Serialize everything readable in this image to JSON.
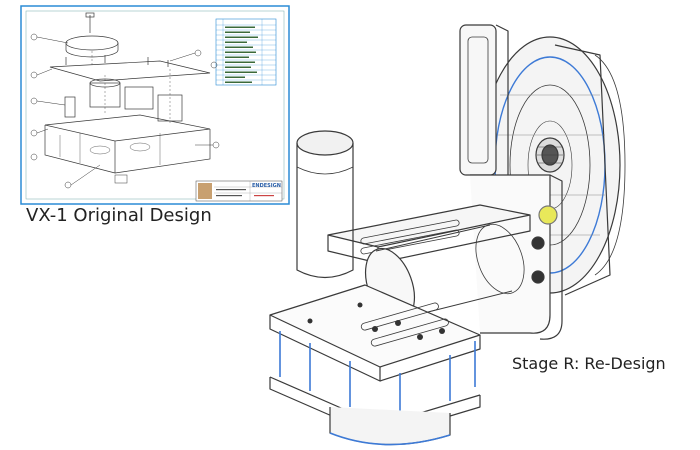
{
  "captions": {
    "original": "VX-1 Original Design",
    "redesign": "Stage R:  Re-Design"
  },
  "drawing_sheet": {
    "company": "ENDESIGN"
  },
  "colors": {
    "sheet_border": "#2a8bd6",
    "line": "#3a3a3a",
    "accent_blue": "#3d7ad6",
    "knob_yellow": "#e8e85a"
  }
}
